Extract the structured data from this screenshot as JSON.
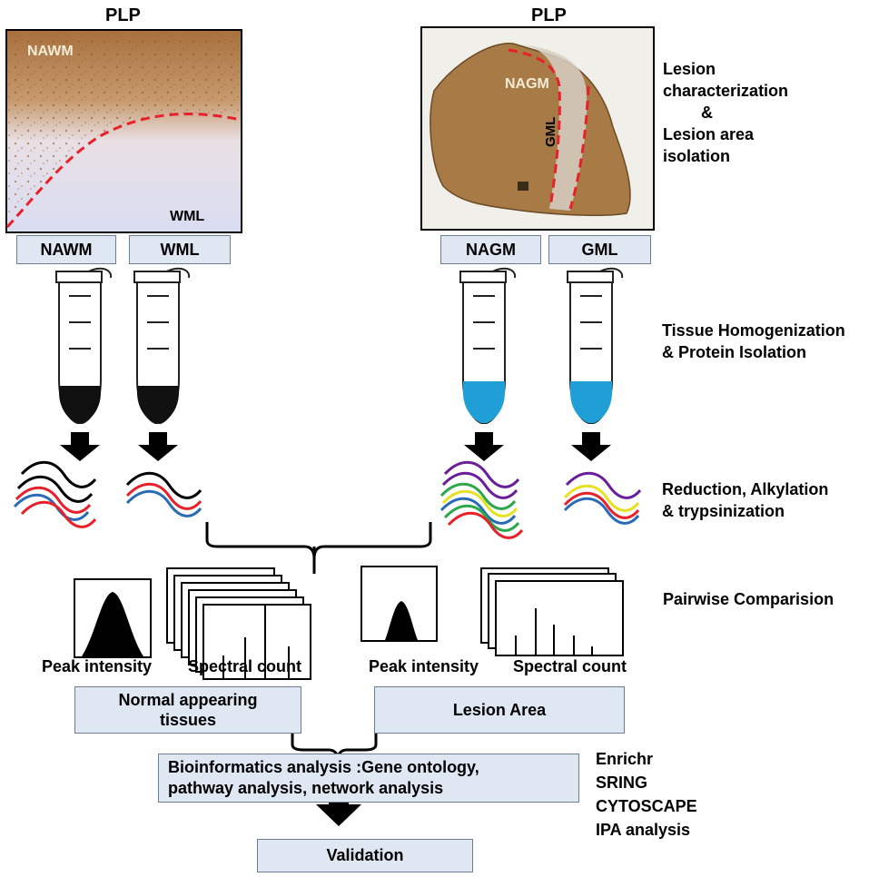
{
  "images": {
    "left_title": "PLP",
    "right_title": "PLP",
    "left_region_top": "NAWM",
    "left_region_bottom": "WML",
    "right_region_a": "NAGM",
    "right_region_b": "GML"
  },
  "samples": [
    "NAWM",
    "WML",
    "NAGM",
    "GML"
  ],
  "steps": {
    "lesion": [
      "Lesion",
      "characterization",
      "&",
      "Lesion area",
      "isolation"
    ],
    "homogenization": [
      "Tissue Homogenization",
      "& Protein Isolation"
    ],
    "reduction": [
      "Reduction, Alkylation",
      "& trypsinization"
    ],
    "pairwise": "Pairwise Comparision"
  },
  "quant": {
    "peak_left": "Peak intensity",
    "spectral_left": "Spectral count",
    "peak_right": "Peak intensity",
    "spectral_right": "Spectral count"
  },
  "groups": {
    "normal": [
      "Normal appearing",
      "tissues"
    ],
    "lesion": "Lesion Area"
  },
  "bioinformatics": [
    "Bioinformatics analysis :Gene ontology,",
    "pathway analysis, network analysis"
  ],
  "tools": [
    "Enrichr",
    "SRING",
    "CYTOSCAPE",
    "IPA analysis"
  ],
  "validation": "Validation",
  "colors": {
    "box_fill": "#dfe7f3",
    "tube_black": "#111111",
    "tube_blue": "#1f9fd6",
    "lesion_line": "#e8202a",
    "brown_tissue": "#a87a45"
  }
}
